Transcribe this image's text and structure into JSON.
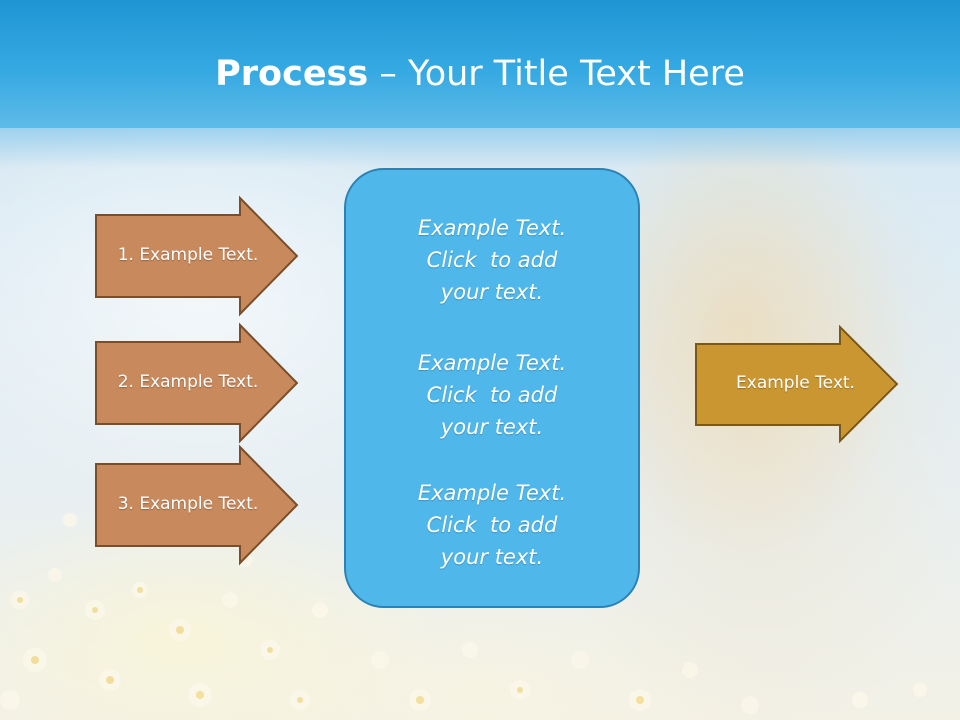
{
  "slide": {
    "title_bold": "Process",
    "title_rest": " – Your Title Text Here"
  },
  "left_arrows": [
    {
      "label": "1. Example Text."
    },
    {
      "label": "2. Example Text."
    },
    {
      "label": "3. Example Text."
    }
  ],
  "center_box": {
    "paragraphs": [
      {
        "line1": "Example Text.",
        "line2": "Click  to add",
        "line3": "your text."
      },
      {
        "line1": "Example Text.",
        "line2": "Click  to add",
        "line3": "your text."
      },
      {
        "line1": "Example Text.",
        "line2": "Click  to add",
        "line3": "your text."
      }
    ]
  },
  "right_arrow": {
    "label": "Example Text."
  },
  "colors": {
    "header": "#35a9e2",
    "left_arrow_fill": "#c8895c",
    "left_arrow_border": "#7a4e28",
    "right_arrow_fill": "#c99632",
    "right_arrow_border": "#7a5818",
    "center_box_fill": "#4fb7ea",
    "center_box_border": "#2c82b4"
  }
}
